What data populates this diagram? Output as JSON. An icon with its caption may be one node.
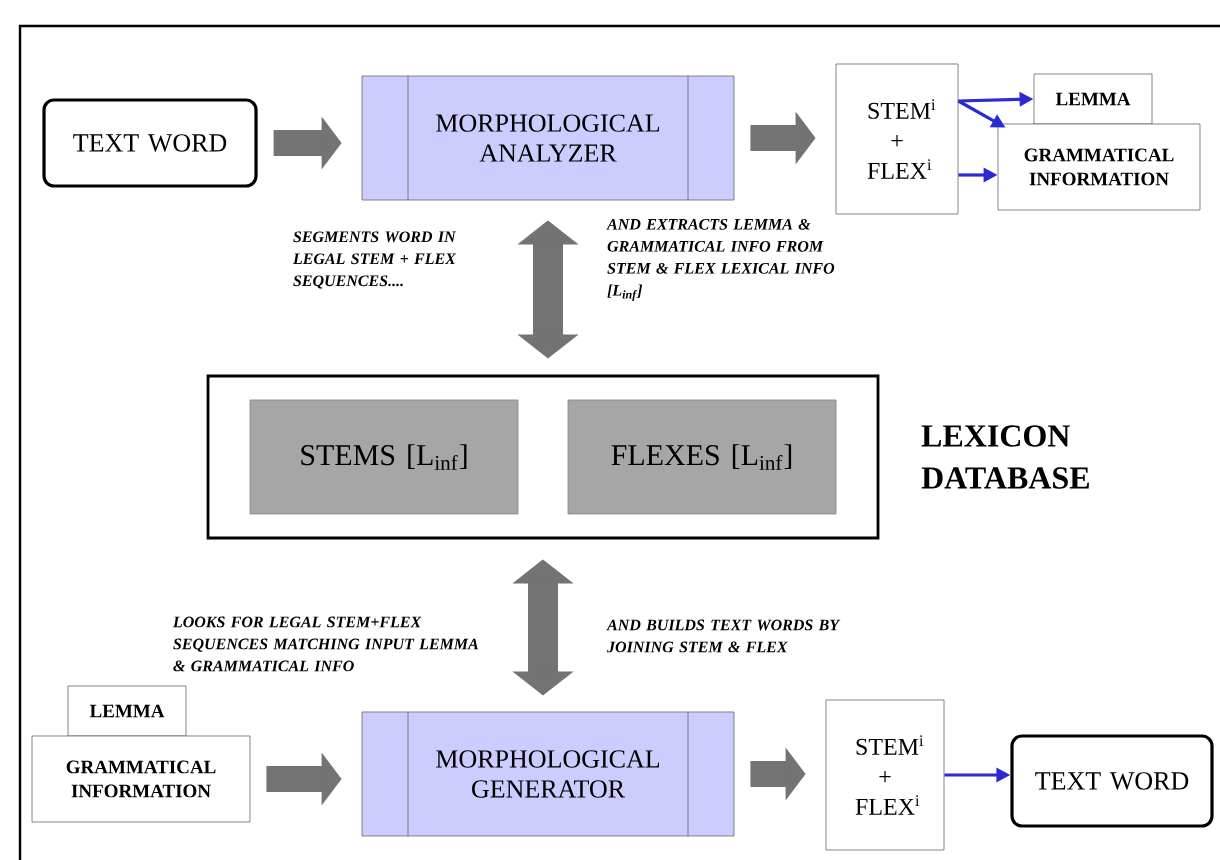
{
  "diagram": {
    "nodes": [
      {
        "text": [
          "TEXT WORD"
        ]
      },
      {
        "text": [
          "MORPHOLOGICAL ANALYZER"
        ]
      },
      {
        "text": [
          "STEM$^{i}$ + FLEX$^{i}$"
        ]
      },
      {
        "text": [
          "LEMMA"
        ]
      },
      {
        "text": [
          "GRAMMATICAL INFORMATION"
        ]
      },
      {
        "text": [],
        "shape": "box",
        "beside": [
          "LEXICON DATABASE"
        ]
      },
      {
        "text": [
          "STEMS [L$_{inf}$]"
        ],
        "in": 5
      },
      {
        "text": [
          "FLEXES [L$_{inf}$]"
        ],
        "in": 5
      },
      {
        "text": [
          "LEMMA"
        ]
      },
      {
        "text": [
          "GRAMMATICAL INFORMATION"
        ]
      },
      {
        "text": [
          "MORPHOLOGICAL GENERATOR"
        ]
      },
      {
        "text": [
          "STEM$^{i}$ + FLEX$^{i}$"
        ]
      },
      {
        "text": [
          "TEXT WORD"
        ]
      }
    ],
    "edges": [
      {
        "from": 0,
        "to": 1,
        "arrow": "to"
      },
      {
        "from": 1,
        "to": 2,
        "arrow": "to"
      },
      {
        "from": 2,
        "to": 3,
        "arrow": "to",
        "color": "#2b2bd0"
      },
      {
        "from": 2,
        "to": 4,
        "arrow": "to",
        "color": "#2b2bd0"
      },
      {
        "from": 2,
        "to": 4,
        "arrow": "to",
        "color": "#2b2bd0"
      },
      {
        "from": 1,
        "to": 5,
        "arrow": "both"
      },
      {
        "from": 5,
        "to": 10,
        "arrow": "both"
      },
      {
        "from": 9,
        "to": 10,
        "arrow": "to"
      },
      {
        "from": 10,
        "to": 11,
        "arrow": "to"
      },
      {
        "from": 11,
        "to": 12,
        "arrow": "to",
        "color": "#2b2bd0"
      }
    ],
    "labels": [
      "SEGMENTS WORD IN LEGAL STEM + FLEX SEQUENCES....",
      "AND EXTRACTS LEMMA & GRAMMATICAL INFO FROM STEM & FLEX LEXICAL INFO [L$_{inf}$]",
      "LOOKS FOR LEGAL STEM+FLEX SEQUENCES MATCHING INPUT LEMMA & GRAMMATICAL INFO",
      "AND BUILDS TEXT WORDS BY JOINING STEM & FLEX"
    ]
  }
}
